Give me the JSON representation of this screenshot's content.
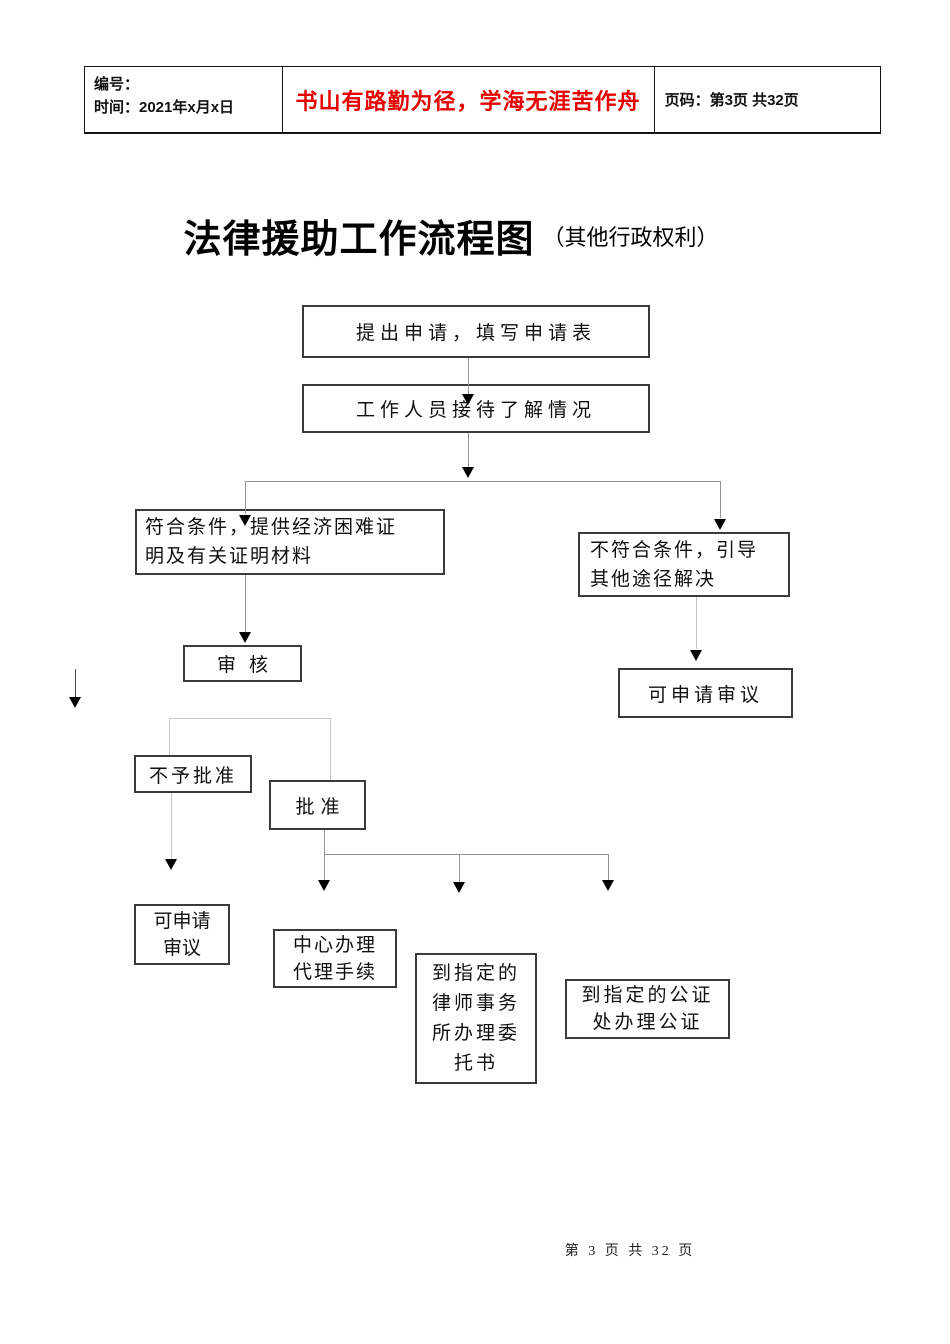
{
  "header": {
    "number_label": "编号：",
    "time_label": "时间：2021年x月x日",
    "slogan": {
      "text": "书山有路勤为径，学海无涯苦作舟",
      "color": "#e60000"
    },
    "page_info": "页码：第3页 共32页"
  },
  "title": {
    "main": "法律援助工作流程图",
    "sub": "（其他行政权利）"
  },
  "flowchart": {
    "nodes": {
      "apply": {
        "lines": [
          "提出申请，填写申请表"
        ]
      },
      "reception": {
        "lines": [
          "工作人员接待了解情况"
        ]
      },
      "eligible": {
        "lines": [
          "符合条件，提供经济困难证",
          "明及有关证明材料"
        ]
      },
      "ineligible": {
        "lines": [
          "不符合条件，引导",
          "其他途径解决"
        ]
      },
      "review": {
        "lines": [
          "审核"
        ]
      },
      "appeal_right": {
        "lines": [
          "可申请审议"
        ]
      },
      "denied": {
        "lines": [
          "不予批准"
        ]
      },
      "approved": {
        "lines": [
          "批准"
        ]
      },
      "appeal_left": {
        "lines": [
          "可申请",
          "审议"
        ]
      },
      "agency": {
        "lines": [
          "中心办理",
          "代理手续"
        ]
      },
      "lawfirm": {
        "lines": [
          "到指定的",
          "律师事务",
          "所办理委",
          "托书"
        ]
      },
      "notary": {
        "lines": [
          "到指定的公证",
          "处办理公证"
        ]
      }
    }
  },
  "footer": {
    "page_info": "第 3 页 共 32 页"
  }
}
